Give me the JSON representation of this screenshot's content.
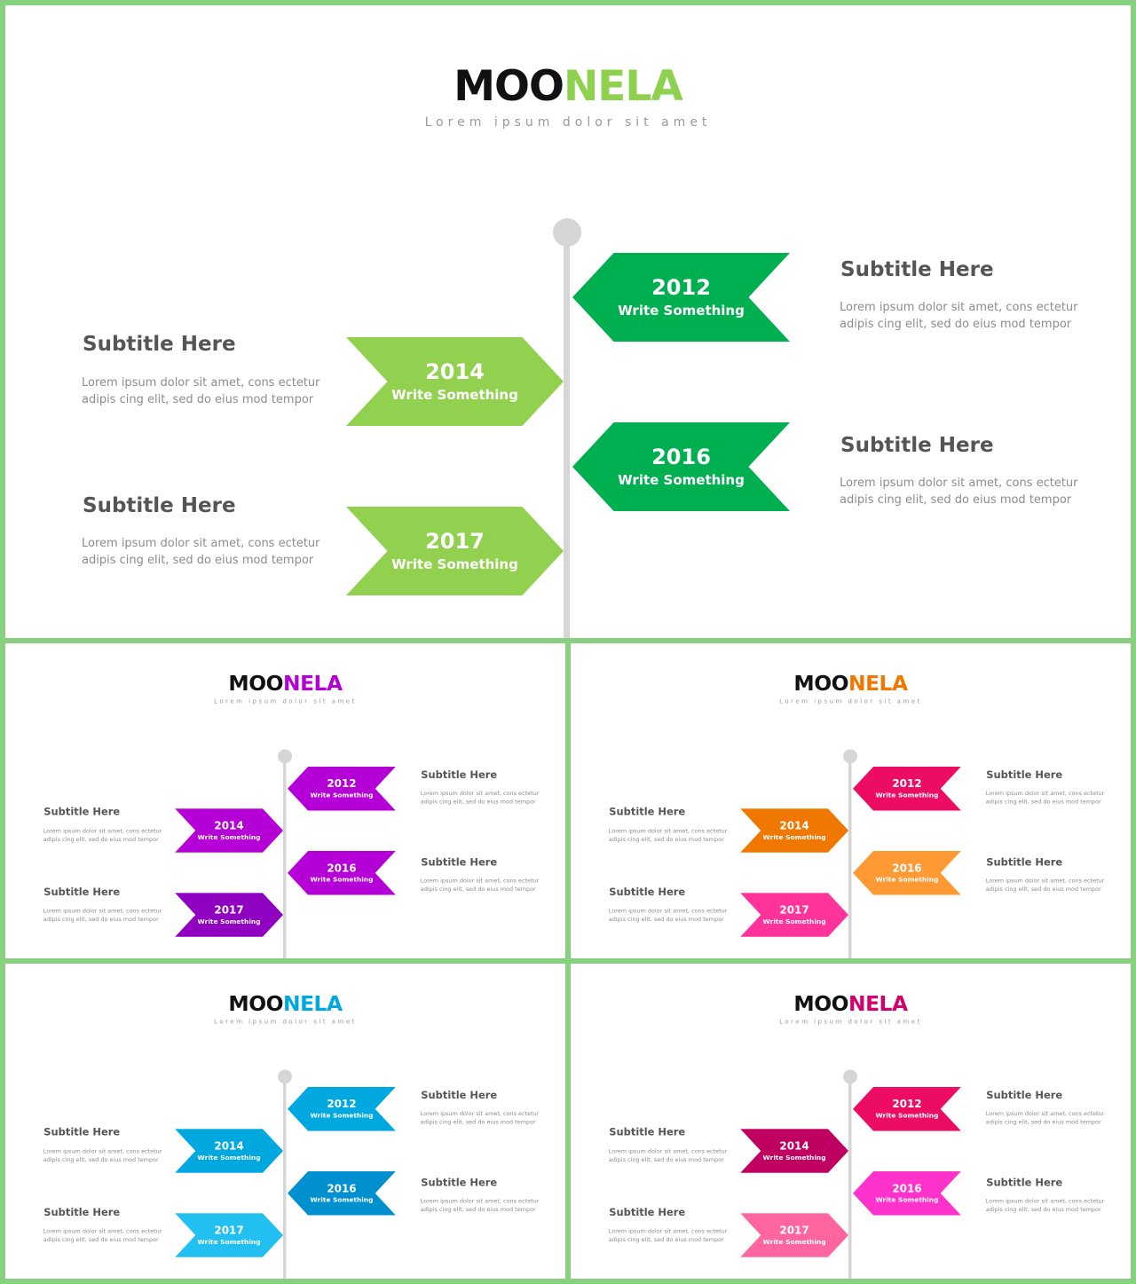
{
  "brand": {
    "part_a": "MOO",
    "part_b": "NELA",
    "tagline": "Lorem ipsum dolor sit amet"
  },
  "labels": {
    "write": "Write Something"
  },
  "milestones": [
    {
      "year": "2012",
      "subtitle": "Subtitle Here",
      "desc_line1": "Lorem ipsum dolor sit amet, cons ectetur",
      "desc_line2": "adipis cing elit, sed do eius mod tempor"
    },
    {
      "year": "2014",
      "subtitle": "Subtitle Here",
      "desc_line1": "Lorem ipsum dolor sit amet, cons ectetur",
      "desc_line2": "adipis cing elit, sed do eius mod tempor"
    },
    {
      "year": "2016",
      "subtitle": "Subtitle Here",
      "desc_line1": "Lorem ipsum dolor sit amet, cons ectetur",
      "desc_line2": "adipis cing elit, sed do eius mod tempor"
    },
    {
      "year": "2017",
      "subtitle": "Subtitle Here",
      "desc_line1": "Lorem ipsum dolor sit amet, cons ectetur",
      "desc_line2": "adipis cing elit, sed do eius mod tempor"
    }
  ],
  "themes": [
    {
      "accent": "#8dd14f",
      "c2012": "#00b050",
      "c2014": "#92d050",
      "c2016": "#00b050",
      "c2017": "#92d050"
    },
    {
      "accent": "#b400d6",
      "c2012": "#b400d6",
      "c2014": "#b400d6",
      "c2016": "#b400d6",
      "c2017": "#9000c0"
    },
    {
      "accent": "#f07800",
      "c2012": "#ec0c64",
      "c2014": "#f07800",
      "c2016": "#ff9933",
      "c2017": "#ff3399"
    },
    {
      "accent": "#00a8e0",
      "c2012": "#00a8e0",
      "c2014": "#00a8e0",
      "c2016": "#0090d0",
      "c2017": "#22c0f0"
    },
    {
      "accent": "#d0006c",
      "c2012": "#ec0c64",
      "c2014": "#c00060",
      "c2016": "#ff33cc",
      "c2017": "#ff66a0"
    }
  ]
}
